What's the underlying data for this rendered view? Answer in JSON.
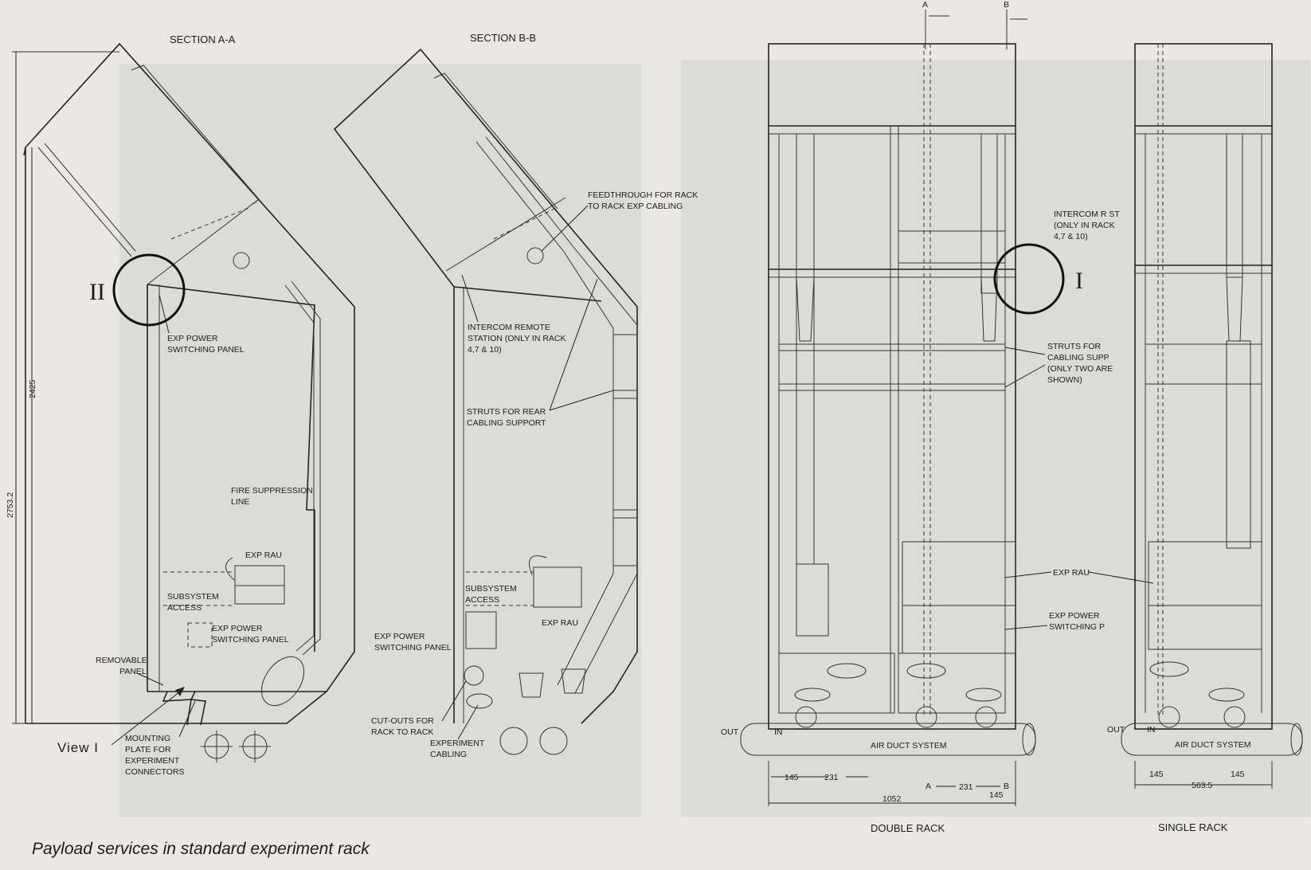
{
  "caption": "Payload services in standard experiment rack",
  "sections": {
    "a": {
      "title": "SECTION A-A",
      "view_marker": "II",
      "dim_height": "2753.2",
      "dim_inner": "2425",
      "labels": {
        "exp_power_switching_1": "EXP POWER",
        "exp_power_switching_2": "SWITCHING PANEL",
        "fire_1": "FIRE SUPPRESSION",
        "fire_2": "LINE",
        "rau": "EXP RAU",
        "subsys_1": "SUBSYSTEM",
        "subsys_2": "ACCESS",
        "exp_power_b_1": "EXP POWER",
        "exp_power_b_2": "SWITCHING PANEL",
        "removable_1": "REMOVABLE",
        "removable_2": "PANEL",
        "view": "View  I",
        "mount_1": "MOUNTING",
        "mount_2": "PLATE FOR",
        "mount_3": "EXPERIMENT",
        "mount_4": "CONNECTORS"
      }
    },
    "b": {
      "title": "SECTION B-B",
      "labels": {
        "feed_1": "FEEDTHROUGH FOR RACK",
        "feed_2": "TO RACK EXP CABLING",
        "intercom_1": "INTERCOM REMOTE",
        "intercom_2": "STATION (ONLY IN RACK",
        "intercom_3": "4,7 & 10)",
        "struts_1": "STRUTS FOR REAR",
        "struts_2": "CABLING SUPPORT",
        "subsys_1": "SUBSYSTEM",
        "subsys_2": "ACCESS",
        "rau": "EXP RAU",
        "power_1": "EXP POWER",
        "power_2": "SWITCHING PANEL",
        "cutouts_1": "CUT-OUTS FOR",
        "cutouts_2": "RACK TO RACK",
        "cabling_1": "EXPERIMENT",
        "cabling_2": "CABLING"
      }
    },
    "double": {
      "title": "DOUBLE RACK",
      "marker_a": "A",
      "marker_b": "B",
      "view_marker": "I",
      "labels": {
        "intercom_1": "INTERCOM R ST",
        "intercom_2": "(ONLY IN RACK",
        "intercom_3": "4,7 & 10)",
        "struts_1": "STRUTS FOR",
        "struts_2": "CABLING SUPP",
        "struts_3": "(ONLY TWO ARE",
        "struts_4": "SHOWN)",
        "rau": "EXP RAU",
        "power_1": "EXP POWER",
        "power_2": "SWITCHING P",
        "out": "OUT",
        "in": "IN",
        "duct": "AIR DUCT SYSTEM"
      },
      "dims": {
        "d145": "145",
        "d231": "231",
        "d231b": "231",
        "d145b": "145",
        "d1052": "1052",
        "a": "A",
        "b": "B"
      }
    },
    "single": {
      "title": "SINGLE RACK",
      "labels": {
        "out": "OUT",
        "in": "IN",
        "duct": "AIR DUCT SYSTEM"
      },
      "dims": {
        "d145a": "145",
        "d5635": "563.5",
        "d145b": "145"
      }
    }
  }
}
